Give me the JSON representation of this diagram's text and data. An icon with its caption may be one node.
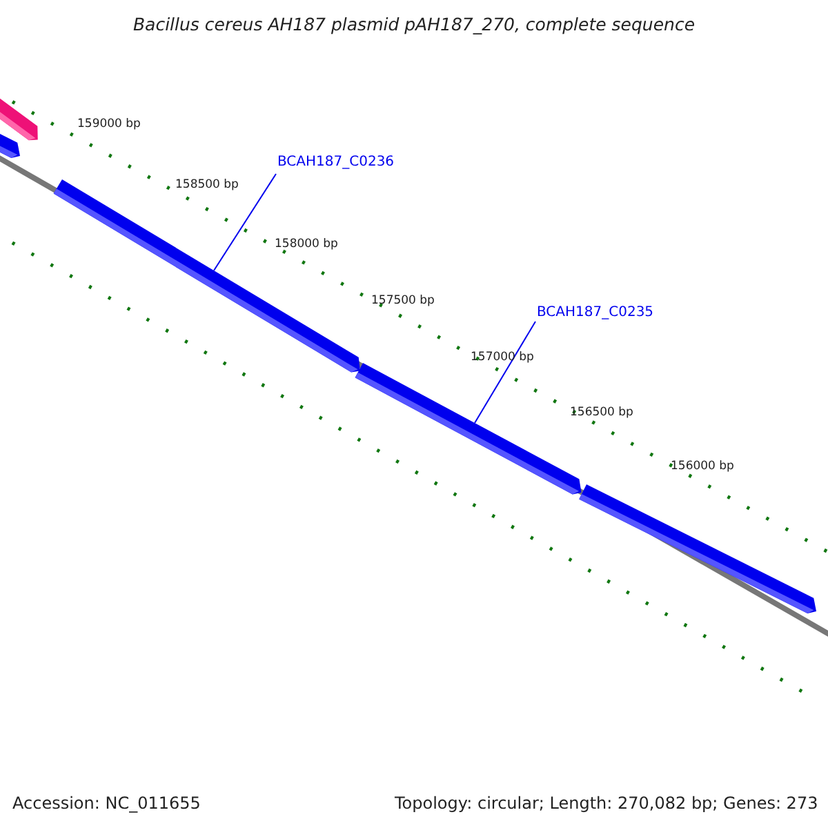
{
  "diagram": {
    "title": "Bacillus cereus AH187 plasmid pAH187_270, complete sequence",
    "nodes": [
      {
        "text": [],
        "shape": "arrow"
      },
      {
        "text": [],
        "shape": "arrow"
      },
      {
        "text": [
          "BCAH187_C0236"
        ]
      },
      {
        "text": [],
        "shape": "arrow"
      },
      {
        "text": [
          "BCAH187_C0235"
        ]
      },
      {
        "text": [],
        "shape": "arrow"
      },
      {
        "text": [],
        "shape": "arrow"
      }
    ],
    "edges": [
      {
        "from": 2,
        "to": 3,
        "arrow": "none"
      },
      {
        "from": 4,
        "to": 5,
        "arrow": "none"
      }
    ],
    "labels": [
      "159000 bp",
      "158500 bp",
      "158000 bp",
      "157500 bp",
      "157000 bp",
      "156500 bp",
      "156000 bp",
      "Accession: NC_011655",
      "Topology: circular; Length: 270,082 bp; Genes: 273"
    ]
  }
}
